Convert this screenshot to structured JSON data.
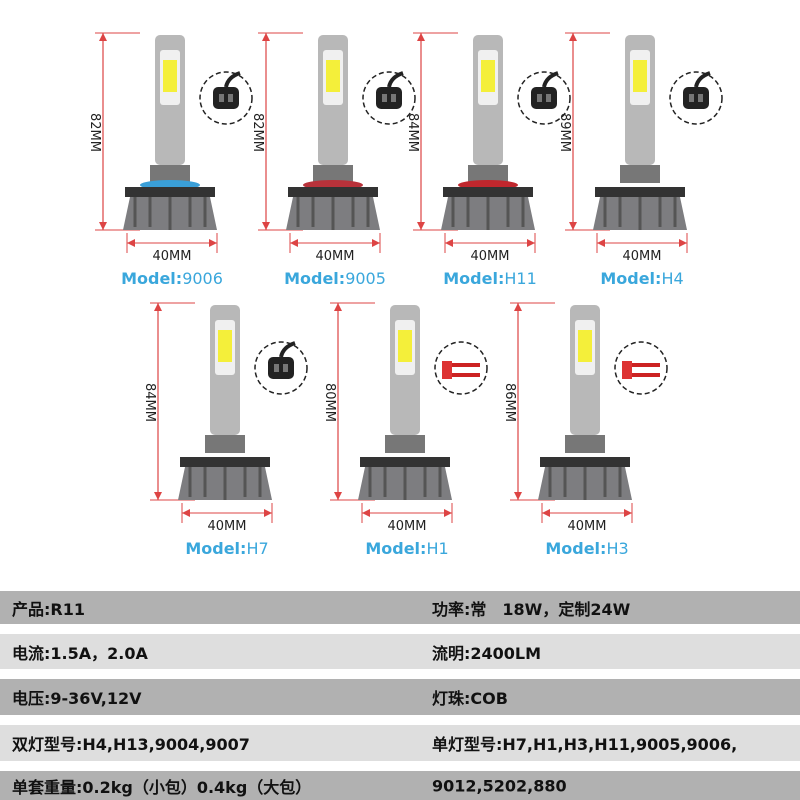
{
  "colors": {
    "model_text": "#3aa7dc",
    "dim_line": "#d44",
    "band_dark": "#b1b1b1",
    "band_light": "#dedede"
  },
  "products": [
    {
      "model_prefix": "Model:",
      "model": "9006",
      "height": "82MM",
      "width": "40MM",
      "ring": "#3a9fd8",
      "connector": "plug"
    },
    {
      "model_prefix": "Model:",
      "model": "9005",
      "height": "82MM",
      "width": "40MM",
      "ring": "#b8323a",
      "connector": "plug"
    },
    {
      "model_prefix": "Model:",
      "model": "H11",
      "height": "84MM",
      "width": "40MM",
      "ring": "#c0272d",
      "connector": "plug"
    },
    {
      "model_prefix": "Model:",
      "model": "H4",
      "height": "89MM",
      "width": "40MM",
      "ring": "",
      "connector": "plug"
    },
    {
      "model_prefix": "Model:",
      "model": "H7",
      "height": "84MM",
      "width": "40MM",
      "ring": "",
      "connector": "plug"
    },
    {
      "model_prefix": "Model:",
      "model": "H1",
      "height": "80MM",
      "width": "40MM",
      "ring": "",
      "connector": "wire"
    },
    {
      "model_prefix": "Model:",
      "model": "H3",
      "height": "86MM",
      "width": "40MM",
      "ring": "",
      "connector": "wire"
    }
  ],
  "specs": [
    {
      "left": "产品:R11",
      "right": "功率:常　18W，定制24W"
    },
    {
      "left": "电流:1.5A，2.0A",
      "right": "流明:2400LM"
    },
    {
      "left": "电压:9-36V,12V",
      "right": " 灯珠:COB"
    },
    {
      "left": "双灯型号:H4,H13,9004,9007",
      "right": "单灯型号:H7,H1,H3,H11,9005,9006,"
    },
    {
      "left": "单套重量:0.2kg（小包）0.4kg（大包）",
      "right": "9012,5202,880"
    }
  ]
}
